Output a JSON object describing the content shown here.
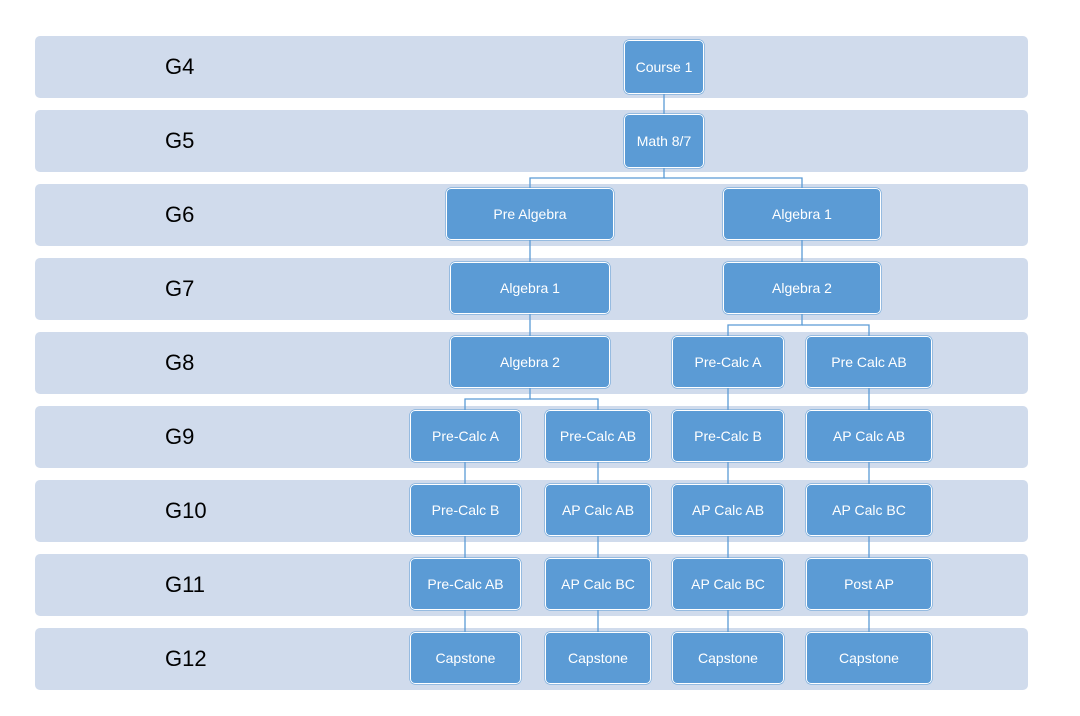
{
  "grades": [
    "G4",
    "G5",
    "G6",
    "G7",
    "G8",
    "G9",
    "G10",
    "G11",
    "G12"
  ],
  "nodes": {
    "course1": "Course 1",
    "math87": "Math 8/7",
    "g6_prealg": "Pre Algebra",
    "g6_alg1": "Algebra 1",
    "g7_alg1": "Algebra 1",
    "g7_alg2": "Algebra 2",
    "g8_alg2": "Algebra 2",
    "g8_precalca": "Pre-Calc A",
    "g8_precalcab": "Pre  Calc AB",
    "g9_c1": "Pre-Calc A",
    "g9_c2": "Pre-Calc AB",
    "g9_c3": "Pre-Calc B",
    "g9_c4": "AP  Calc AB",
    "g10_c1": "Pre-Calc B",
    "g10_c2": "AP Calc AB",
    "g10_c3": "AP Calc AB",
    "g10_c4": "AP  Calc BC",
    "g11_c1": "Pre-Calc AB",
    "g11_c2": "AP Calc BC",
    "g11_c3": "AP Calc BC",
    "g11_c4": "Post AP",
    "g12_c1": "Capstone",
    "g12_c2": "Capstone",
    "g12_c3": "Capstone",
    "g12_c4": "Capstone"
  },
  "colors": {
    "band": "#d0dbec",
    "node": "#5b9bd5",
    "connector": "#5b9bd5"
  }
}
